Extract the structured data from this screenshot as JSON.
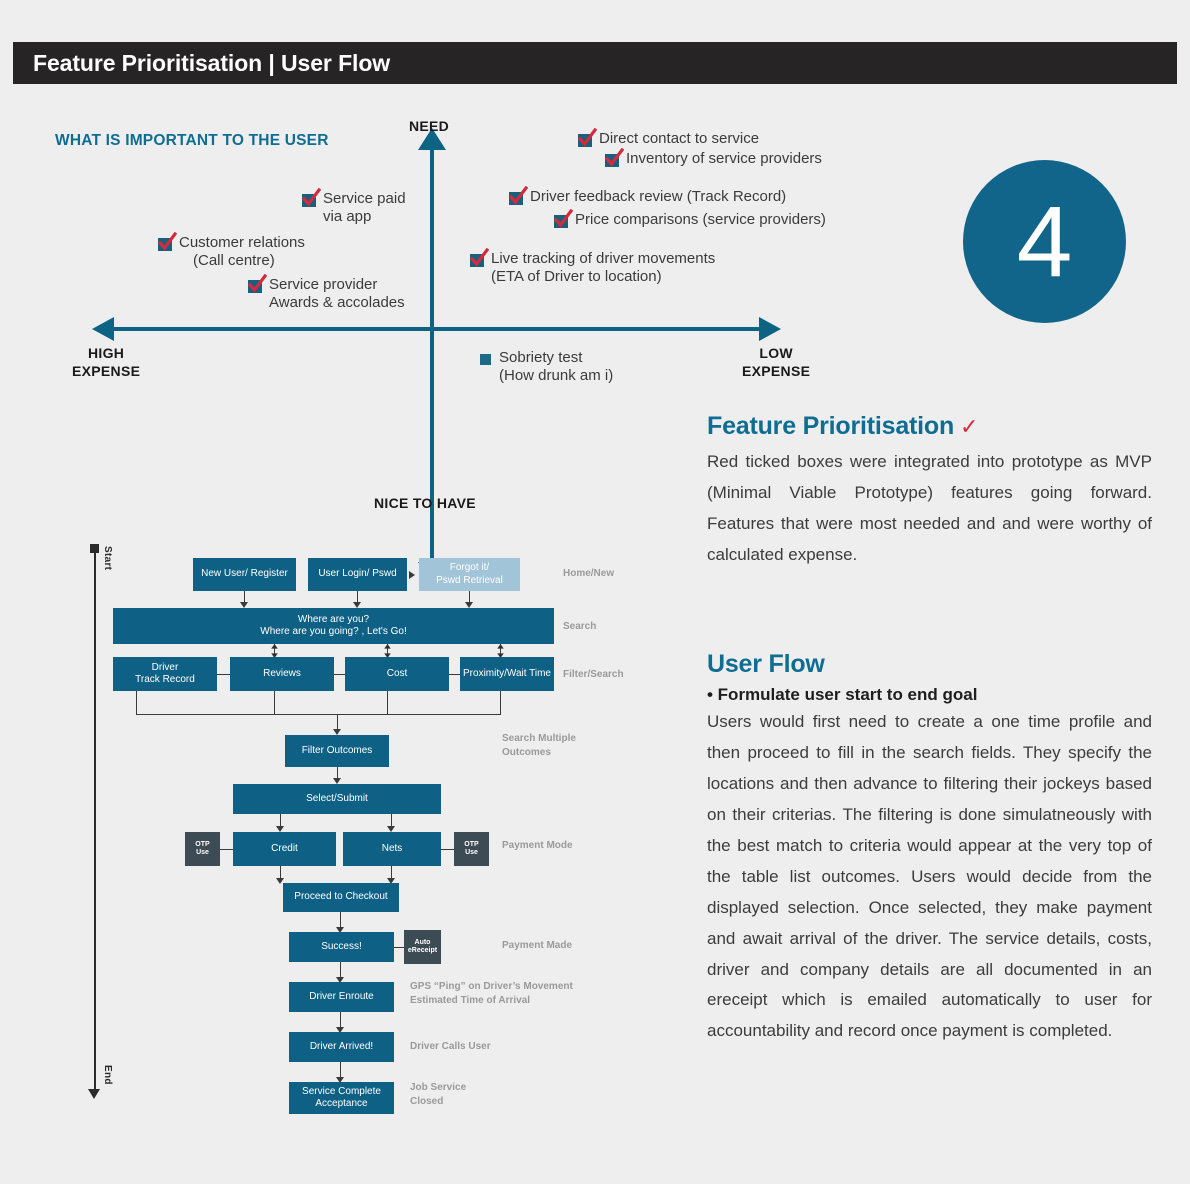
{
  "header": {
    "title": "Feature Prioritisation | User Flow"
  },
  "badge": {
    "number": "4"
  },
  "chart_data": {
    "type": "scatter",
    "title": "WHAT IS IMPORTANT TO THE USER",
    "xlabel_left": "HIGH\nEXPENSE",
    "xlabel_right": "LOW\nEXPENSE",
    "ylabel_top": "NEED",
    "ylabel_bottom": "NICE TO HAVE",
    "axis_labels": {
      "need": "NEED",
      "nice_to_have": "NICE TO HAVE",
      "high_expense_line1": "HIGH",
      "high_expense_line2": "EXPENSE",
      "low_expense_line1": "LOW",
      "low_expense_line2": "EXPENSE"
    },
    "grid": false,
    "legend": "none",
    "accent_color": "#0c6384",
    "tick_color": "#d6293c",
    "points": [
      {
        "label_line1": "Service paid",
        "label_line2": "via app",
        "marker": "red-ticked-box",
        "ticked": true,
        "x": -0.29,
        "y": 0.72
      },
      {
        "label_line1": "Customer relations",
        "label_line2": "(Call centre)",
        "marker": "red-ticked-box",
        "ticked": true,
        "x": -0.72,
        "y": 0.55
      },
      {
        "label_line1": "Service provider",
        "label_line2": "Awards & accolades",
        "marker": "red-ticked-box",
        "ticked": true,
        "x": -0.46,
        "y": 0.38
      },
      {
        "label_line1": "Direct contact to service",
        "label_line2": "",
        "marker": "red-ticked-box",
        "ticked": true,
        "x": 0.33,
        "y": 0.85
      },
      {
        "label_line1": "Inventory of service providers",
        "label_line2": "",
        "marker": "red-ticked-box",
        "ticked": true,
        "x": 0.42,
        "y": 0.77
      },
      {
        "label_line1": "Driver feedback review (Track Record)",
        "label_line2": "",
        "marker": "red-ticked-box",
        "ticked": true,
        "x": 0.15,
        "y": 0.56
      },
      {
        "label_line1": "Price comparisons (service providers)",
        "label_line2": "",
        "marker": "red-ticked-box",
        "ticked": true,
        "x": 0.29,
        "y": 0.45
      },
      {
        "label_line1": "Live tracking of driver movements",
        "label_line2": "(ETA of Driver to location)",
        "marker": "red-ticked-box",
        "ticked": true,
        "x": 0.08,
        "y": 0.28
      },
      {
        "label_line1": "Sobriety test",
        "label_line2": "(How drunk am i)",
        "marker": "plain-box",
        "ticked": false,
        "x": 0.11,
        "y": -0.14
      }
    ]
  },
  "feature_prioritisation": {
    "heading": "Feature Prioritisation",
    "check_glyph": "✓",
    "body": "Red ticked boxes were integrated into prototype as MVP (Minimal Viable Prototype) features going forward. Features that were most needed and and were worthy of calculated expense."
  },
  "user_flow": {
    "heading": "User Flow",
    "bullet": "• Formulate user start to end goal",
    "body": "Users would first need to create a one time profile and then proceed to fill in the search fields. They specify the locations and then advance to filtering their jockeys based on their criterias. The filtering is done simulatneously with the best match to criteria would appear at the very top of the table list outcomes. Users would decide from the displayed selection. Once selected, they make payment and await arrival of the driver. The service details, costs, driver and company details are all documented in an ereceipt which is emailed automatically to user for accountability and record once payment is completed."
  },
  "flowchart": {
    "rail": {
      "start_label": "Start",
      "end_label": "End"
    },
    "nodes": {
      "new_user": "New User/ Register",
      "user_login": "User Login/ Pswd",
      "forgot": "Forgot it/\nPswd Retrieval",
      "forgot_l1": "Forgot it/",
      "forgot_l2": "Pswd Retrieval",
      "search_l1": "Where are you?",
      "search_l2": "Where are you going? , Let's Go!",
      "driver_track_l1": "Driver",
      "driver_track_l2": "Track Record",
      "reviews": "Reviews",
      "cost": "Cost",
      "proximity": "Proximity/Wait Time",
      "filter_outcomes": "Filter Outcomes",
      "select_submit": "Select/Submit",
      "credit": "Credit",
      "nets": "Nets",
      "otp_l1": "OTP",
      "otp_l2": "Use",
      "checkout": "Proceed to Checkout",
      "success": "Success!",
      "ereceipt_l1": "Auto",
      "ereceipt_l2": "eReceipt",
      "driver_enroute": "Driver Enroute",
      "driver_arrived": "Driver Arrived!",
      "service_complete_l1": "Service Complete",
      "service_complete_l2": "Acceptance"
    },
    "stages": {
      "home_new": "Home/New",
      "search": "Search",
      "filter_search": "Filter/Search",
      "search_multiple_l1": "Search Multiple",
      "search_multiple_l2": "Outcomes",
      "payment_mode": "Payment Mode",
      "payment_made": "Payment Made",
      "gps_l1": "GPS “Ping” on Driver’s Movement",
      "gps_l2": "Estimated Time of Arrival",
      "driver_calls": "Driver Calls User",
      "job_service_l1": "Job Service",
      "job_service_l2": "Closed"
    }
  }
}
